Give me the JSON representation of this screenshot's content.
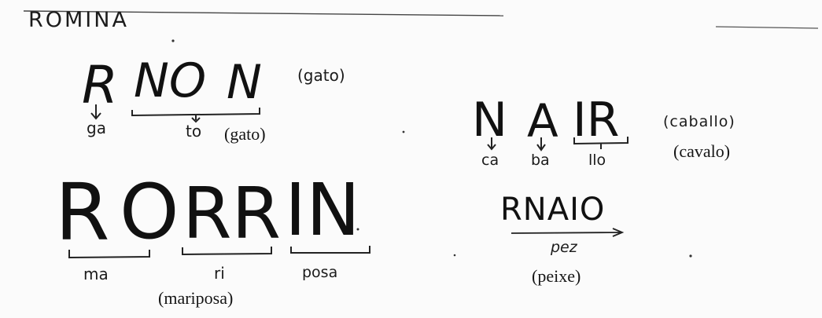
{
  "header": {
    "name": "ROMINA"
  },
  "words": [
    {
      "id": "gato",
      "written": [
        "R",
        "NO",
        "N"
      ],
      "syllables": [
        "ga",
        "to"
      ],
      "spanish_gloss": "(gato)",
      "typed_translation": "(gato)"
    },
    {
      "id": "caballo",
      "written": [
        "N",
        "A",
        "IR"
      ],
      "syllables": [
        "ca",
        "ba",
        "llo"
      ],
      "spanish_gloss": "(caballo)",
      "typed_translation": "(cavalo)"
    },
    {
      "id": "mariposa",
      "written": [
        "R",
        "O",
        "RR",
        "IN"
      ],
      "syllables": [
        "ma",
        "ri",
        "posa"
      ],
      "typed_translation": "(mariposa)"
    },
    {
      "id": "pez",
      "written": [
        "RNAIO"
      ],
      "syllables": [
        "pez"
      ],
      "typed_translation": "(peixe)"
    }
  ]
}
